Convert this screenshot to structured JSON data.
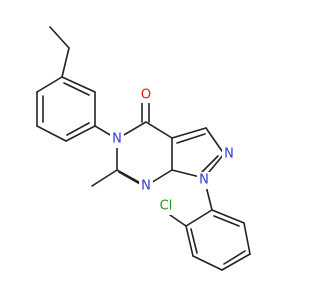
{
  "colors": {
    "bond": "#222222",
    "oxygen": "#e8141a",
    "nitrogen": "#2a3bd6",
    "chlorine": "#1e9a1e",
    "background": "#ffffff"
  },
  "atoms": {
    "oxygen_label": "O",
    "n_pyrazole_label": "N",
    "n1_label": "N",
    "n_pyrimidine_label": "N",
    "n5_label": "N",
    "chlorine_label": "Cl"
  }
}
